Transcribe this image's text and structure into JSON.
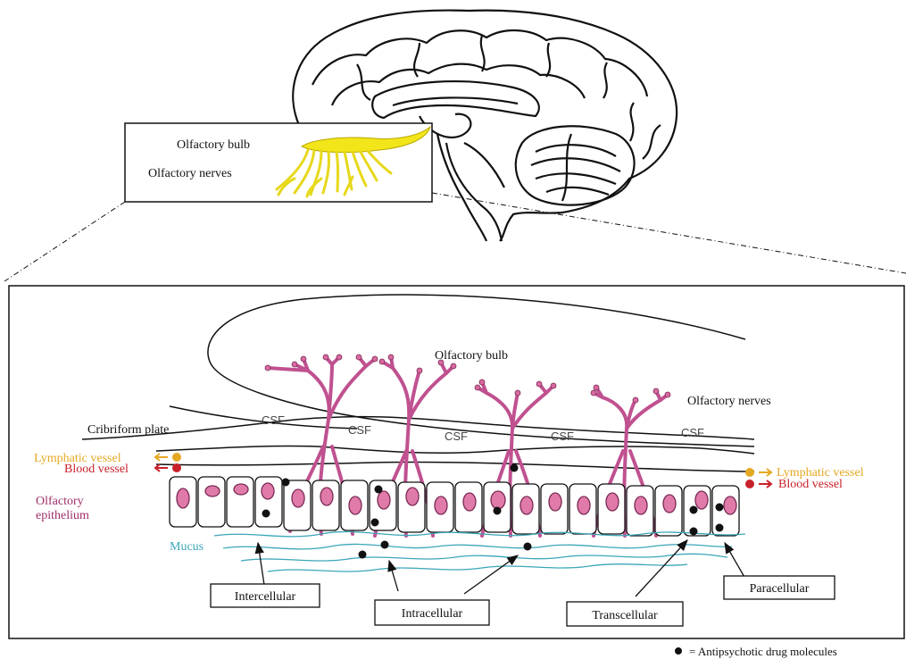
{
  "top": {
    "inset_labels": {
      "bulb": "Olfactory bulb",
      "nerves": "Olfactory nerves"
    }
  },
  "detail": {
    "bulb_label": "Olfactory bulb",
    "nerves_label": "Olfactory nerves",
    "cribriform_label": "Cribriform plate",
    "csf_labels": [
      "CSF",
      "CSF",
      "CSF",
      "CSF",
      "CSF"
    ],
    "left_legend": {
      "lymphatic": "Lymphatic vessel",
      "blood": "Blood vessel"
    },
    "right_legend": {
      "lymphatic": "Lymphatic vessel",
      "blood": "Blood vessel"
    },
    "epithelium_label": [
      "Olfactory",
      "epithelium"
    ],
    "mucus_label": "Mucus",
    "pathways": {
      "intercellular": "Intercellular",
      "intracellular": "Intracellular",
      "transcellular": "Transcellular",
      "paracellular": "Paracellular"
    }
  },
  "footer": {
    "legend": "= Antipsychotic drug molecules"
  },
  "colors": {
    "bulb_yellow": "#f2e51a",
    "neuron_pink": "#d86aa0",
    "neuron_stroke": "#7a2a55",
    "mucus_blue": "#3aa6b9",
    "lymphatic": "#e5a823",
    "blood": "#c8202a",
    "epithelium_text": "#a0306b"
  }
}
